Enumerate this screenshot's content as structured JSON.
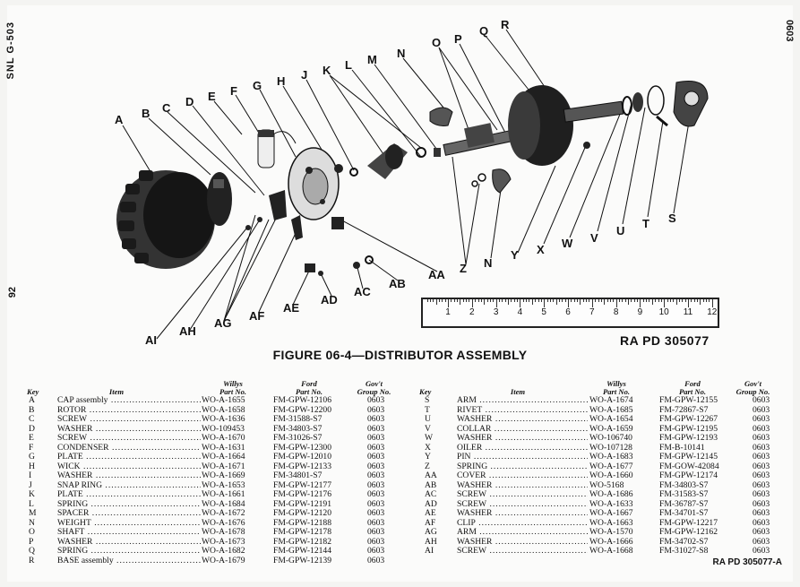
{
  "page": {
    "side_left_code": "SNL G-503",
    "side_left_page": "92",
    "side_right_group": "0603",
    "ra_code": "RA PD 305077",
    "figure_title": "FIGURE 06-4—DISTRIBUTOR ASSEMBLY",
    "footer_code": "RA PD 305077-A"
  },
  "ruler": {
    "numbers": [
      "1",
      "2",
      "3",
      "4",
      "5",
      "6",
      "7",
      "8",
      "9",
      "10",
      "11",
      "12"
    ]
  },
  "callouts": [
    {
      "label": "A"
    },
    {
      "label": "B"
    },
    {
      "label": "C"
    },
    {
      "label": "D"
    },
    {
      "label": "E"
    },
    {
      "label": "F"
    },
    {
      "label": "G"
    },
    {
      "label": "H"
    },
    {
      "label": "J"
    },
    {
      "label": "K"
    },
    {
      "label": "L"
    },
    {
      "label": "M"
    },
    {
      "label": "N"
    },
    {
      "label": "O"
    },
    {
      "label": "P"
    },
    {
      "label": "Q"
    },
    {
      "label": "R"
    },
    {
      "label": "S"
    },
    {
      "label": "T"
    },
    {
      "label": "U"
    },
    {
      "label": "V"
    },
    {
      "label": "W"
    },
    {
      "label": "X"
    },
    {
      "label": "Y"
    },
    {
      "label": "N"
    },
    {
      "label": "Z"
    },
    {
      "label": "AA"
    },
    {
      "label": "AB"
    },
    {
      "label": "AC"
    },
    {
      "label": "AD"
    },
    {
      "label": "AE"
    },
    {
      "label": "AF"
    },
    {
      "label": "AG"
    },
    {
      "label": "AH"
    },
    {
      "label": "AI"
    }
  ],
  "table_headers": {
    "key": "Key",
    "item": "Item",
    "willys": "Willys\nPart No.",
    "ford": "Ford\nPart No.",
    "govt": "Gov't\nGroup No."
  },
  "parts_left": [
    {
      "key": "A",
      "item": "CAP assembly",
      "willys": "WO-A-1655",
      "ford": "FM-GPW-12106",
      "group": "0603"
    },
    {
      "key": "B",
      "item": "ROTOR",
      "willys": "WO-A-1658",
      "ford": "FM-GPW-12200",
      "group": "0603"
    },
    {
      "key": "C",
      "item": "SCREW",
      "willys": "WO-A-1636",
      "ford": "FM-31588-S7",
      "group": "0603"
    },
    {
      "key": "D",
      "item": "WASHER",
      "willys": "WO-109453",
      "ford": "FM-34803-S7",
      "group": "0603"
    },
    {
      "key": "E",
      "item": "SCREW",
      "willys": "WO-A-1670",
      "ford": "FM-31026-S7",
      "group": "0603"
    },
    {
      "key": "F",
      "item": "CONDENSER",
      "willys": "WO-A-1631",
      "ford": "FM-GPW-12300",
      "group": "0603"
    },
    {
      "key": "G",
      "item": "PLATE",
      "willys": "WO-A-1664",
      "ford": "FM-GPW-12010",
      "group": "0603"
    },
    {
      "key": "H",
      "item": "WICK",
      "willys": "WO-A-1671",
      "ford": "FM-GPW-12133",
      "group": "0603"
    },
    {
      "key": "I",
      "item": "WASHER",
      "willys": "WO-A-1669",
      "ford": "FM-34801-S7",
      "group": "0603"
    },
    {
      "key": "J",
      "item": "SNAP RING",
      "willys": "WO-A-1653",
      "ford": "FM-GPW-12177",
      "group": "0603"
    },
    {
      "key": "K",
      "item": "PLATE",
      "willys": "WO-A-1661",
      "ford": "FM-GPW-12176",
      "group": "0603"
    },
    {
      "key": "L",
      "item": "SPRING",
      "willys": "WO-A-1684",
      "ford": "FM-GPW-12191",
      "group": "0603"
    },
    {
      "key": "M",
      "item": "SPACER",
      "willys": "WO-A-1672",
      "ford": "FM-GPW-12120",
      "group": "0603"
    },
    {
      "key": "N",
      "item": "WEIGHT",
      "willys": "WO-A-1676",
      "ford": "FM-GPW-12188",
      "group": "0603"
    },
    {
      "key": "O",
      "item": "SHAFT",
      "willys": "WO-A-1678",
      "ford": "FM-GPW-12178",
      "group": "0603"
    },
    {
      "key": "P",
      "item": "WASHER",
      "willys": "WO-A-1673",
      "ford": "FM-GPW-12182",
      "group": "0603"
    },
    {
      "key": "Q",
      "item": "SPRING",
      "willys": "WO-A-1682",
      "ford": "FM-GPW-12144",
      "group": "0603"
    },
    {
      "key": "R",
      "item": "BASE assembly",
      "willys": "WO-A-1679",
      "ford": "FM-GPW-12139",
      "group": "0603"
    }
  ],
  "parts_right": [
    {
      "key": "S",
      "item": "ARM",
      "willys": "WO-A-1674",
      "ford": "FM-GPW-12155",
      "group": "0603"
    },
    {
      "key": "T",
      "item": "RIVET",
      "willys": "WO-A-1685",
      "ford": "FM-72867-S7",
      "group": "0603"
    },
    {
      "key": "U",
      "item": "WASHER",
      "willys": "WO-A-1654",
      "ford": "FM-GPW-12267",
      "group": "0603"
    },
    {
      "key": "V",
      "item": "COLLAR",
      "willys": "WO-A-1659",
      "ford": "FM-GPW-12195",
      "group": "0603"
    },
    {
      "key": "W",
      "item": "WASHER",
      "willys": "WO-106740",
      "ford": "FM-GPW-12193",
      "group": "0603"
    },
    {
      "key": "X",
      "item": "OILER",
      "willys": "WO-107128",
      "ford": "FM-B-10141",
      "group": "0603"
    },
    {
      "key": "Y",
      "item": "PIN",
      "willys": "WO-A-1683",
      "ford": "FM-GPW-12145",
      "group": "0603"
    },
    {
      "key": "Z",
      "item": "SPRING",
      "willys": "WO-A-1677",
      "ford": "FM-GOW-42084",
      "group": "0603"
    },
    {
      "key": "AA",
      "item": "COVER",
      "willys": "WO-A-1660",
      "ford": "FM-GPW-12174",
      "group": "0603"
    },
    {
      "key": "AB",
      "item": "WASHER",
      "willys": "WO-5168",
      "ford": "FM-34803-S7",
      "group": "0603"
    },
    {
      "key": "AC",
      "item": "SCREW",
      "willys": "WO-A-1686",
      "ford": "FM-31583-S7",
      "group": "0603"
    },
    {
      "key": "AD",
      "item": "SCREW",
      "willys": "WO-A-1633",
      "ford": "FM-36787-S7",
      "group": "0603"
    },
    {
      "key": "AE",
      "item": "WASHER",
      "willys": "WO-A-1667",
      "ford": "FM-34701-S7",
      "group": "0603"
    },
    {
      "key": "AF",
      "item": "CLIP",
      "willys": "WO-A-1663",
      "ford": "FM-GPW-12217",
      "group": "0603"
    },
    {
      "key": "AG",
      "item": "ARM",
      "willys": "WO-A-1570",
      "ford": "FM-GPW-12162",
      "group": "0603"
    },
    {
      "key": "AH",
      "item": "WASHER",
      "willys": "WO-A-1666",
      "ford": "FM-34702-S7",
      "group": "0603"
    },
    {
      "key": "AI",
      "item": "SCREW",
      "willys": "WO-A-1668",
      "ford": "FM-31027-S8",
      "group": "0603"
    }
  ]
}
